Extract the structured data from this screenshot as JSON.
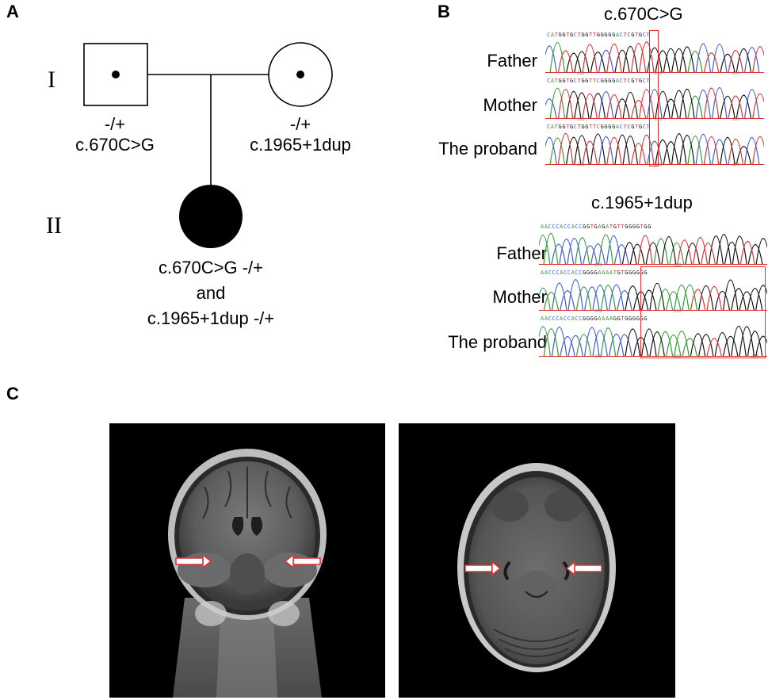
{
  "panels": {
    "a": "A",
    "b": "B",
    "c": "C"
  },
  "pedigree": {
    "gen_1": "I",
    "gen_2": "II",
    "father": {
      "genotype": "-/+",
      "variant": "c.670C>G"
    },
    "mother": {
      "genotype": "-/+",
      "variant": "c.1965+1dup"
    },
    "proband": {
      "line1": "c.670C>G  -/+",
      "line2": "and",
      "line3": "c.1965+1dup -/+"
    }
  },
  "sequencing": {
    "variant1": {
      "title": "c.670C>G",
      "rows": [
        {
          "label": "Father",
          "bases": "CATGGTGCTGGTTGGGGGACTCGTGCT"
        },
        {
          "label": "Mother",
          "bases": "CATGGTGCTGGTTCGGGGACTCGTGCT"
        },
        {
          "label": "The proband",
          "bases": "CATGGTGCTGGTTCGGGGACTCGTGCT"
        }
      ],
      "ticks": [
        "260",
        "270",
        "280"
      ]
    },
    "variant2": {
      "title": "c.1965+1dup",
      "rows": [
        {
          "label": "Father",
          "bases": "AACCCACCACCGGTGAGATGTTGGGGTGG"
        },
        {
          "label": "Mother",
          "bases": "AACCCACCACCGGGGAAAATGTGGGGGG"
        },
        {
          "label": "The proband",
          "bases": "AACCCACCACCGGGGAAAAGGTGGGGGG"
        }
      ],
      "ticks": [
        "210",
        "220",
        "230"
      ]
    },
    "colors": {
      "A": "#2ca02c",
      "C": "#3b5bdb",
      "G": "#111111",
      "T": "#e03131",
      "highlight": "#e03131"
    }
  },
  "mri": {
    "arrow_color": "#e03131"
  }
}
